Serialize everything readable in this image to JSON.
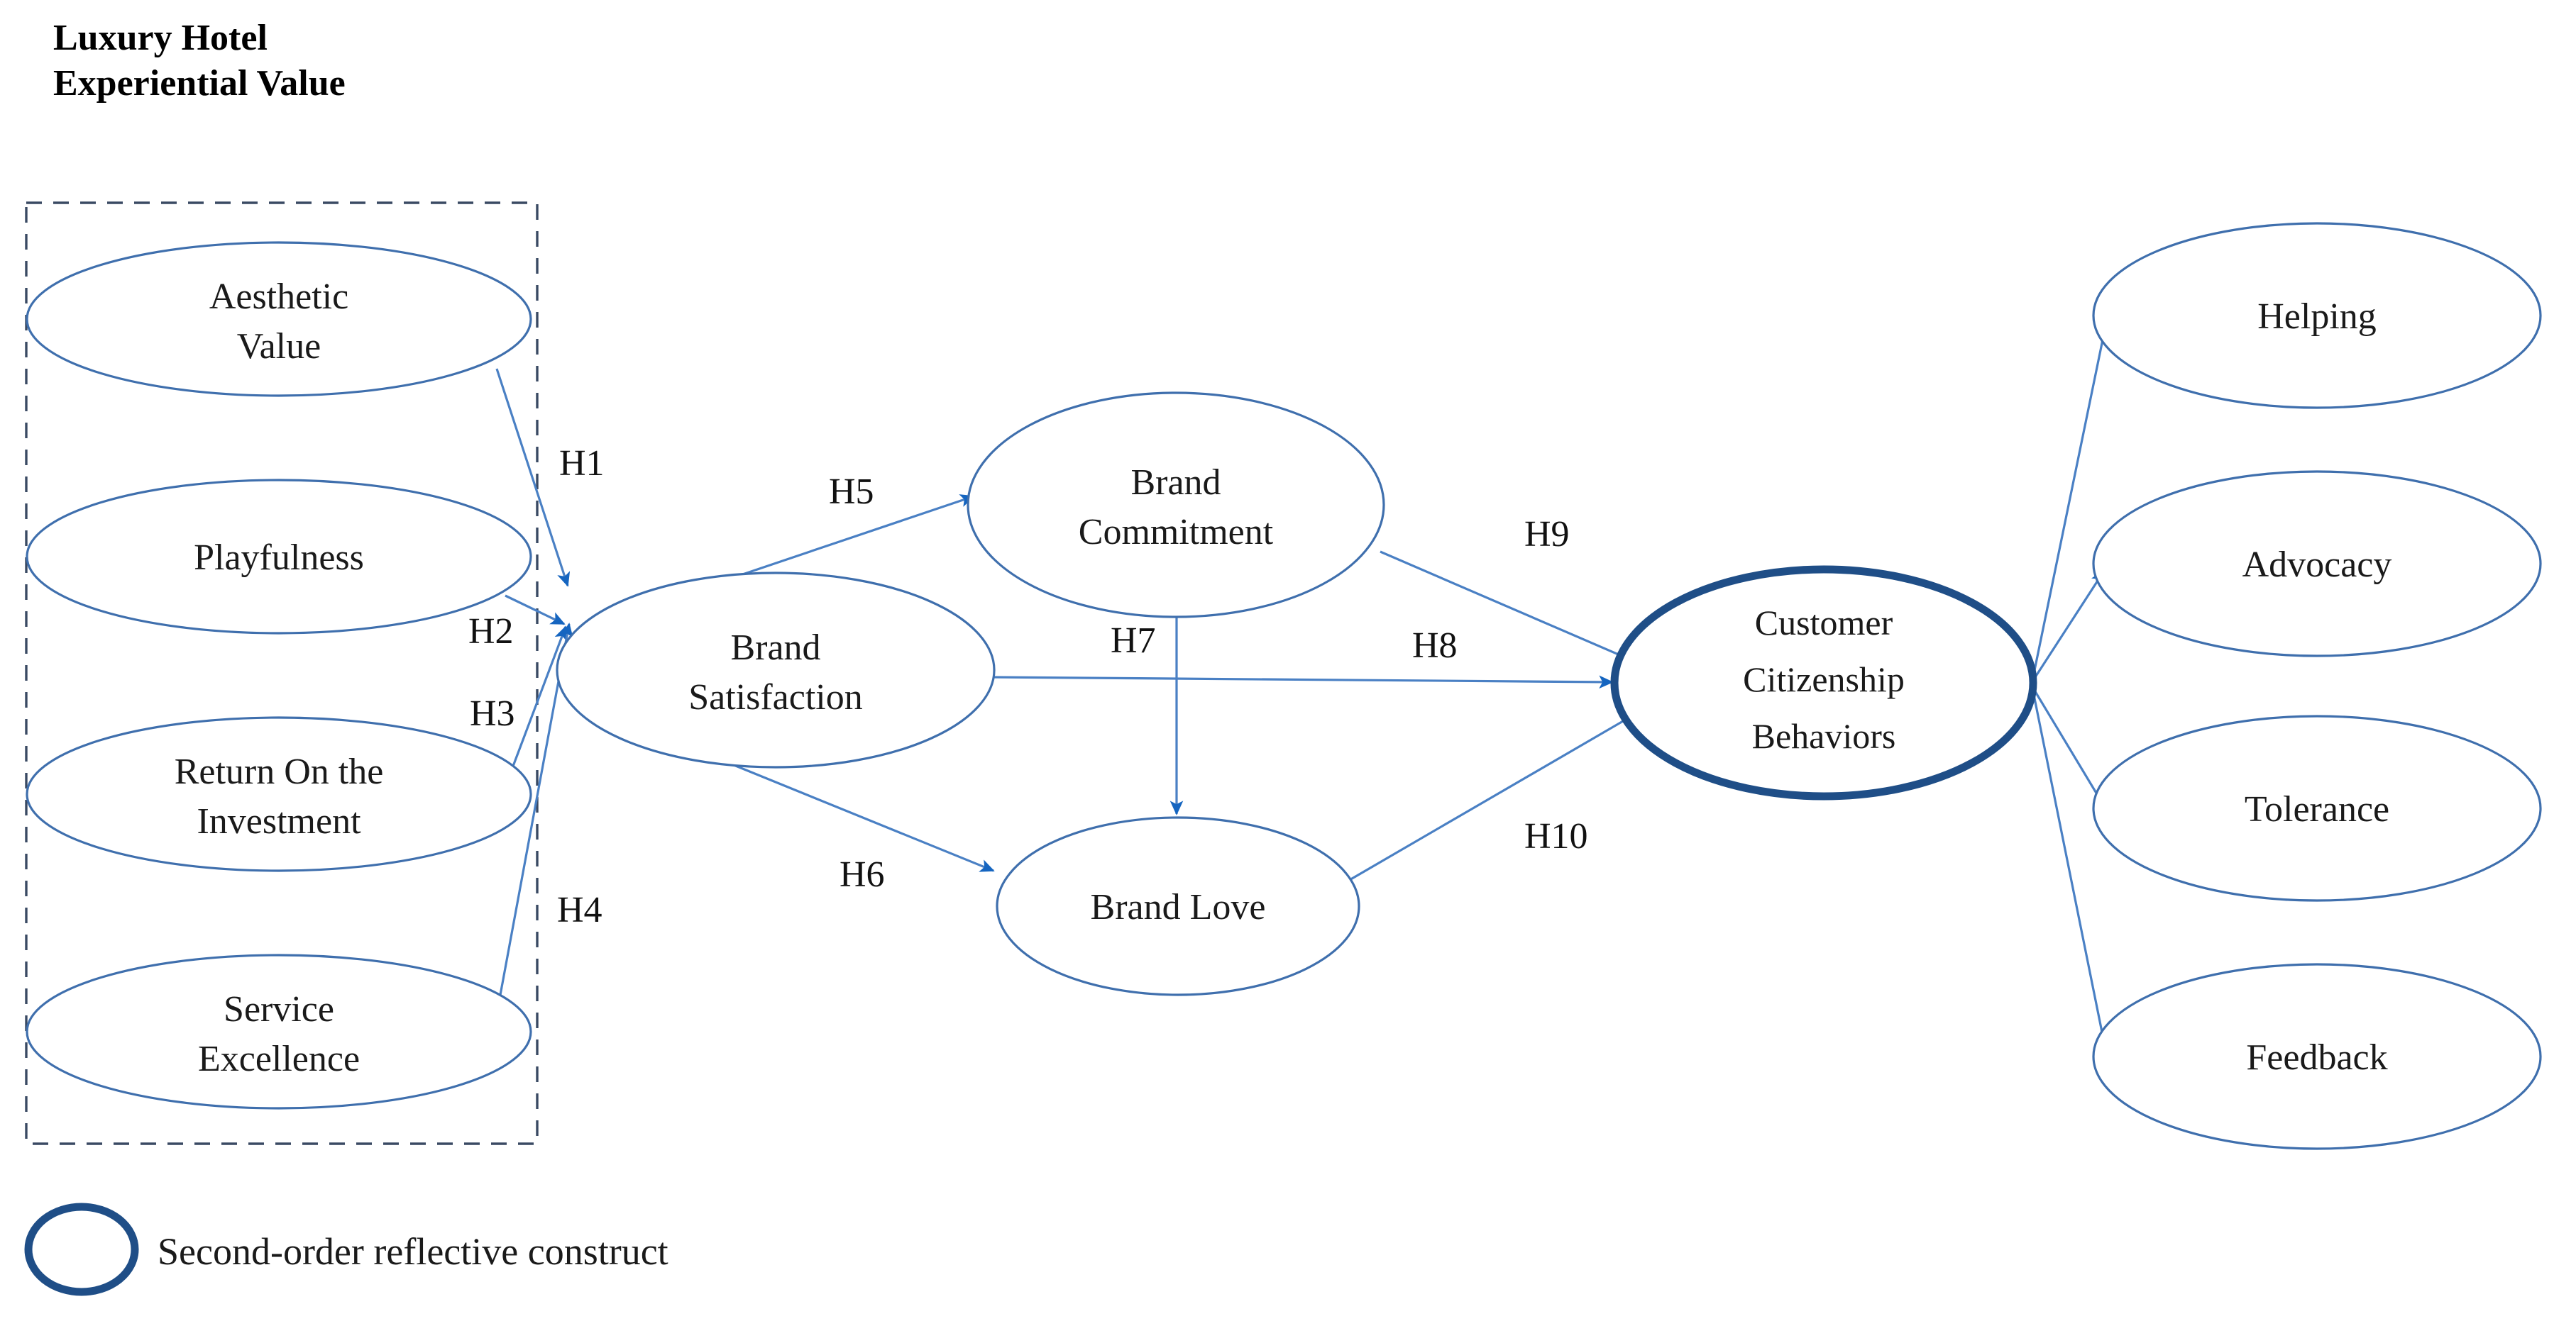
{
  "diagram": {
    "title": "Luxury Hotel Experiential Value",
    "group_title_line1": "Luxury Hotel",
    "group_title_line2": "Experiential Value",
    "colors": {
      "thin_outline": "#3f6fad",
      "thick_outline": "#1f4e87",
      "link": "#4a80c4",
      "dashed_box": "#3a4a63",
      "text": "#1a1a1a",
      "background": "#ffffff"
    },
    "dimension_nodes": [
      {
        "id": "aesthetic-value",
        "line1": "Aesthetic",
        "line2": "Value"
      },
      {
        "id": "playfulness",
        "line1": "Playfulness",
        "line2": ""
      },
      {
        "id": "return-on-investment",
        "line1": "Return On the",
        "line2": "Investment"
      },
      {
        "id": "service-excellence",
        "line1": "Service",
        "line2": "Excellence"
      }
    ],
    "mediator_nodes": [
      {
        "id": "brand-satisfaction",
        "line1": "Brand",
        "line2": "Satisfaction"
      },
      {
        "id": "brand-commitment",
        "line1": "Brand",
        "line2": "Commitment"
      },
      {
        "id": "brand-love",
        "line1": "Brand Love",
        "line2": ""
      }
    ],
    "second_order_node": {
      "id": "customer-citizenship-behaviors",
      "line1": "Customer",
      "line2": "Citizenship",
      "line3": "Behaviors"
    },
    "outcome_nodes": [
      {
        "id": "helping",
        "label": "Helping"
      },
      {
        "id": "advocacy",
        "label": "Advocacy"
      },
      {
        "id": "tolerance",
        "label": "Tolerance"
      },
      {
        "id": "feedback",
        "label": "Feedback"
      }
    ],
    "hypotheses": [
      {
        "id": "h1",
        "label": "H1",
        "from": "aesthetic-value",
        "to": "brand-satisfaction"
      },
      {
        "id": "h2",
        "label": "H2",
        "from": "playfulness",
        "to": "brand-satisfaction"
      },
      {
        "id": "h3",
        "label": "H3",
        "from": "return-on-investment",
        "to": "brand-satisfaction"
      },
      {
        "id": "h4",
        "label": "H4",
        "from": "service-excellence",
        "to": "brand-satisfaction"
      },
      {
        "id": "h5",
        "label": "H5",
        "from": "brand-satisfaction",
        "to": "brand-commitment"
      },
      {
        "id": "h6",
        "label": "H6",
        "from": "brand-satisfaction",
        "to": "brand-love"
      },
      {
        "id": "h7",
        "label": "H7",
        "from": "brand-commitment",
        "to": "brand-love"
      },
      {
        "id": "h8",
        "label": "H8",
        "from": "brand-satisfaction",
        "to": "customer-citizenship-behaviors"
      },
      {
        "id": "h9",
        "label": "H9",
        "from": "brand-commitment",
        "to": "customer-citizenship-behaviors"
      },
      {
        "id": "h10",
        "label": "H10",
        "from": "brand-love",
        "to": "customer-citizenship-behaviors"
      }
    ],
    "legend": {
      "symbol": "thick-ellipse",
      "text": "Second-order reflective construct"
    }
  }
}
